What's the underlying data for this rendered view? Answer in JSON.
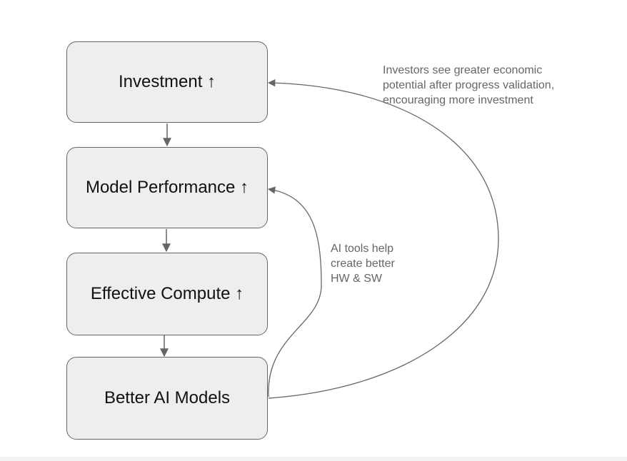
{
  "nodes": [
    {
      "id": "investment",
      "label": "Investment ↑"
    },
    {
      "id": "model-performance",
      "label": "Model Performance ↑"
    },
    {
      "id": "effective-compute",
      "label": "Effective Compute ↑"
    },
    {
      "id": "better-ai-models",
      "label": "Better AI Models"
    }
  ],
  "annotations": {
    "investor_loop": "Investors see greater economic\npotential after progress validation,\nencouraging more investment",
    "tools_loop": "AI tools help\ncreate better\nHW & SW"
  },
  "edges": [
    {
      "from": "investment",
      "to": "model-performance"
    },
    {
      "from": "model-performance",
      "to": "effective-compute"
    },
    {
      "from": "effective-compute",
      "to": "better-ai-models"
    },
    {
      "from": "better-ai-models",
      "to": "model-performance",
      "label_ref": "annotations.tools_loop"
    },
    {
      "from": "better-ai-models",
      "to": "investment",
      "label_ref": "annotations.investor_loop"
    }
  ],
  "colors": {
    "box_fill": "#eeeeee",
    "box_border": "#666666",
    "arrow": "#666666",
    "annotation_text": "#666666"
  }
}
